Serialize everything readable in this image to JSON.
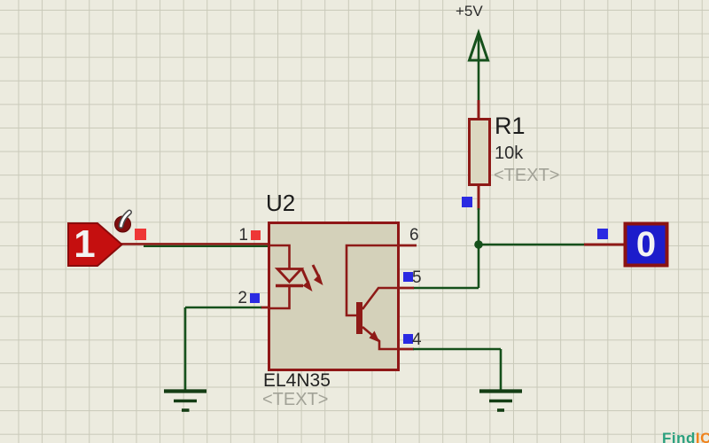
{
  "power_terminal": {
    "label": "+5V"
  },
  "resistor": {
    "ref": "R1",
    "value": "10k",
    "placeholder": "<TEXT>"
  },
  "optocoupler": {
    "ref": "U2",
    "part_number": "EL4N35",
    "placeholder": "<TEXT>",
    "pin_numbers": {
      "anode": "1",
      "cathode": "2",
      "base": "6",
      "collector": "5",
      "emitter": "4"
    }
  },
  "logic_input": {
    "state": "1"
  },
  "logic_probe": {
    "state": "0"
  },
  "watermark": {
    "find": "Find",
    "ic": "IC"
  },
  "colors": {
    "background": "#ecebdf",
    "grid_line": "#c9c9b9",
    "wire_green": "#15501b",
    "component_maroon": "#8e1a17",
    "chip_fill": "#d4d1ba",
    "resistor_fill": "#dcd8c1",
    "logic_high_red": "#ee3636",
    "logic_low_blue": "#2a2ae2",
    "input_tag_fill": "#c50f0f",
    "probe_fill": "#1c1ccb",
    "placeholder_gray": "#a2a297",
    "watermark_teal": "#2aa07e",
    "watermark_orange": "#f0821c"
  }
}
